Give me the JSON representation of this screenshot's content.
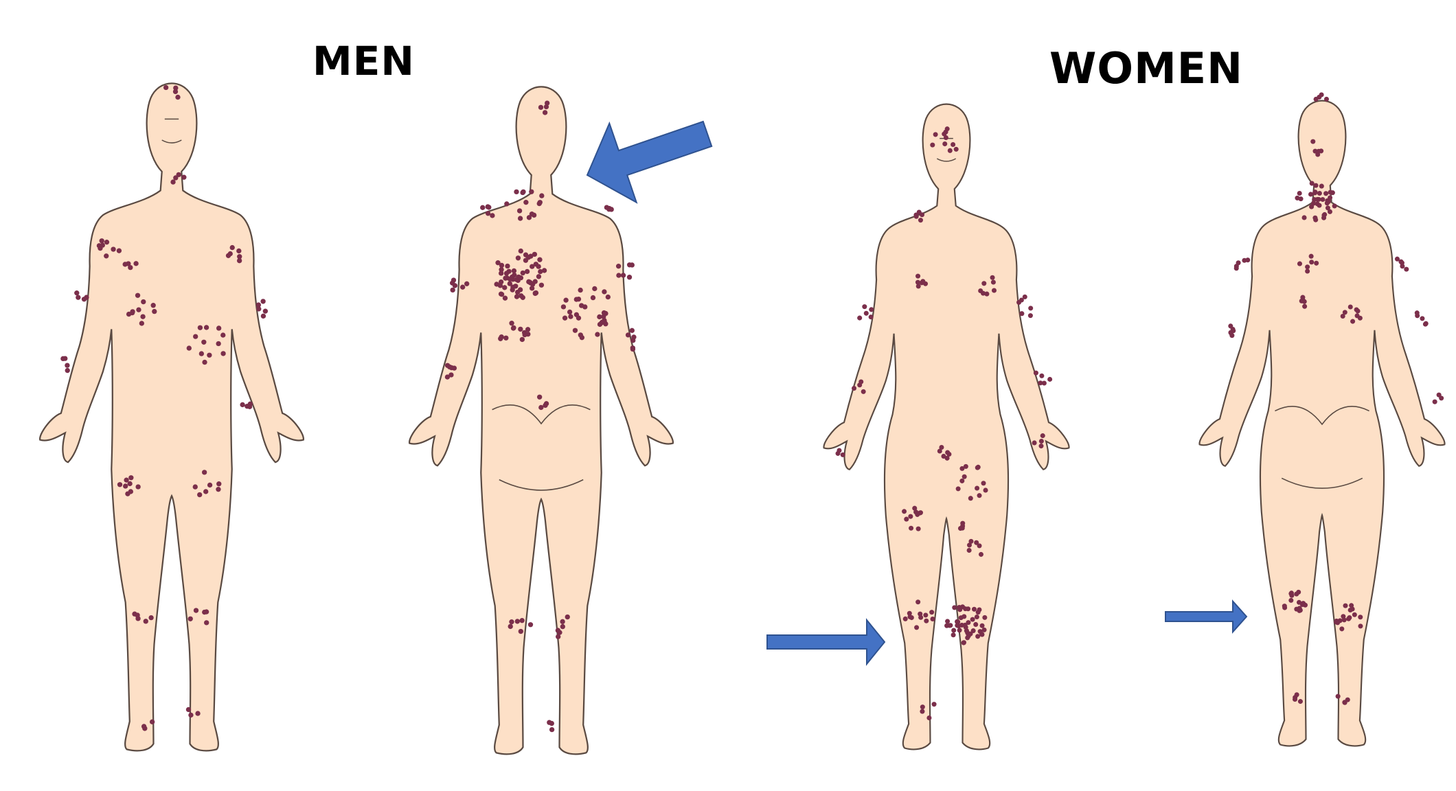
{
  "labels": {
    "men": "MEN",
    "women": "WOMEN"
  },
  "colors": {
    "skin": "#fde0c7",
    "outline": "#5a4a42",
    "lesion": "#7b2f4b",
    "arrow": "#4472c4",
    "arrow_outline": "#2f528f"
  },
  "figures": [
    {
      "sex": "male",
      "view": "front"
    },
    {
      "sex": "male",
      "view": "back"
    },
    {
      "sex": "female",
      "view": "front"
    },
    {
      "sex": "female",
      "view": "back"
    }
  ]
}
